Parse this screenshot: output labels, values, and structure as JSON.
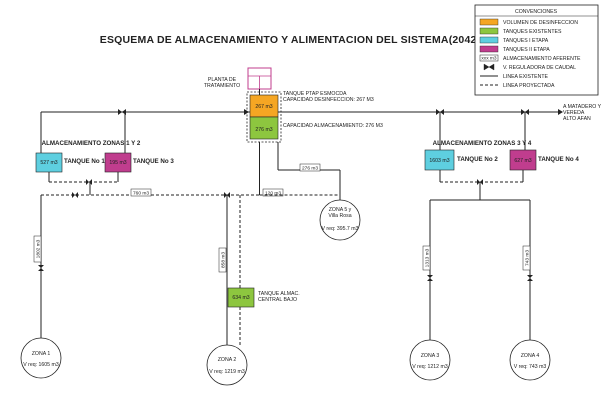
{
  "title": "ESQUEMA DE ALMACENAMIENTO Y ALIMENTACION DEL SISTEMA(2042)",
  "legend": {
    "heading": "CONVENCIONES",
    "items": [
      {
        "label": "VOLUMEN DE DESINFECCION",
        "color": "#f5a623",
        "kind": "swatch"
      },
      {
        "label": "TANQUES EXISTENTES",
        "color": "#8dc63f",
        "kind": "swatch"
      },
      {
        "label": "TANQUES I ETAPA",
        "color": "#5ecfe0",
        "kind": "swatch"
      },
      {
        "label": "TANQUES II ETAPA",
        "color": "#c03d8e",
        "kind": "swatch"
      },
      {
        "label": "ALMACENAMIENTO AFERENTE",
        "badge": "xxx m3",
        "kind": "badge"
      },
      {
        "label": "V. REGULADORA DE CAUDAL",
        "kind": "valve"
      },
      {
        "label": "LINEA EXISTENTE",
        "kind": "solid"
      },
      {
        "label": "LINEA PROYECTADA",
        "kind": "dashed"
      }
    ]
  },
  "colors": {
    "disinfection": "#f5a623",
    "existing": "#8dc63f",
    "stage1": "#5ecfe0",
    "stage2": "#c03d8e",
    "line": "#222222"
  },
  "plant": {
    "label_line1": "PLANTA DE",
    "label_line2": "TRATAMIENTO"
  },
  "ptap_tank": {
    "top_value": "267 m3",
    "bottom_value": "276 m3",
    "title_line1": "TANQUE PTAP ESMOCDA",
    "title_line2": "CAPACIDAD DESINFECCION: 267 M3",
    "capacity_label": "CAPACIDAD ALMACENAMIENTO: 276 M3"
  },
  "storage_zone_12": {
    "heading": "ALMACENAMIENTO ZONAS 1 Y 2",
    "tank1": {
      "value": "527 m3",
      "name": "TANQUE No 1"
    },
    "tank3": {
      "value": "195 m3",
      "name": "TANQUE No 3"
    }
  },
  "storage_zone_34": {
    "heading": "ALMACENAMIENTO ZONAS 3 Y 4",
    "tank2": {
      "value": "1603 m3",
      "name": "TANQUE No 2"
    },
    "tank4": {
      "value": "627 m3",
      "name": "TANQUE No 4"
    }
  },
  "matadero": {
    "line1": "A MATADERO Y",
    "line2": "VEREDA",
    "line3": "ALTO AFAN"
  },
  "badges": {
    "b276": "276 m3",
    "b760": "760 m3",
    "b120": "120 m3",
    "z1_vertical": "1802 m3",
    "z2_vertical": "858 m3",
    "z3_vertical": "1313 m3",
    "z4_vertical": "743 m3"
  },
  "central_tank": {
    "value": "634 m3",
    "name_line1": "TANQUE ALMAC.",
    "name_line2": "CENTRAL BAJO"
  },
  "zones": {
    "zone5": {
      "name": "ZONA 5 y",
      "name2": "Villa Rosa",
      "vreq": "V req: 395.7 m3"
    },
    "zone1": {
      "name": "ZONA 1",
      "vreq": "V req: 1605 m3"
    },
    "zone2": {
      "name": "ZONA 2",
      "vreq": "V req: 1219 m3"
    },
    "zone3": {
      "name": "ZONA 3",
      "vreq": "V req: 1212 m3"
    },
    "zone4": {
      "name": "ZONA 4",
      "vreq": "V req: 743 m3"
    }
  }
}
